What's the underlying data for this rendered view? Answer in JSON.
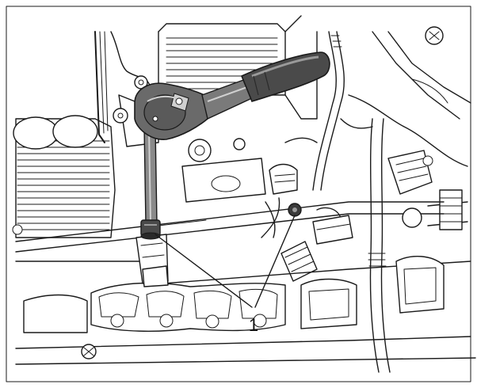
{
  "figure": {
    "description_label": "",
    "callouts": [
      {
        "number": "1"
      }
    ],
    "colors": {
      "line": "#1a1a1a",
      "tool_dark": "#4a4a4a",
      "tool_mid": "#8a8a8a",
      "tool_light": "#d0d0d0",
      "background": "#ffffff"
    },
    "icons": [
      "ratchet-wrench",
      "extension-bar",
      "socket",
      "bolt"
    ]
  }
}
